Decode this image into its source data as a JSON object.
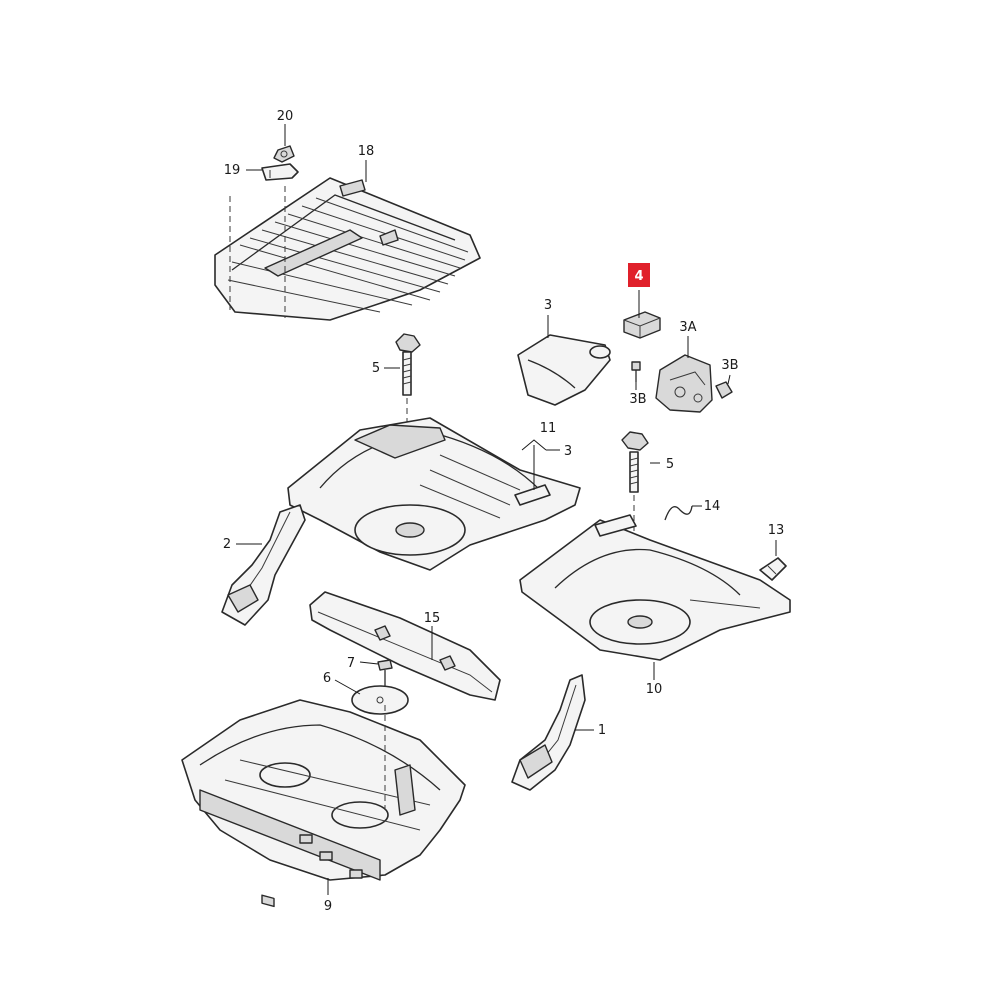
{
  "labels": {
    "l20": "20",
    "l19": "19",
    "l18": "18",
    "l4": "4",
    "l3": "3",
    "l3A": "3A",
    "l3B_right": "3B",
    "l3B_left": "3B",
    "l5_top": "5",
    "l5_right": "5",
    "l11": "11",
    "l11_3": "3",
    "l14": "14",
    "l13": "13",
    "l2": "2",
    "l15": "15",
    "l7": "7",
    "l6": "6",
    "l10": "10",
    "l1": "1",
    "l9": "9"
  },
  "colors": {
    "highlight": "#e0202a",
    "line": "#2a2a2a",
    "background": "#ffffff"
  }
}
